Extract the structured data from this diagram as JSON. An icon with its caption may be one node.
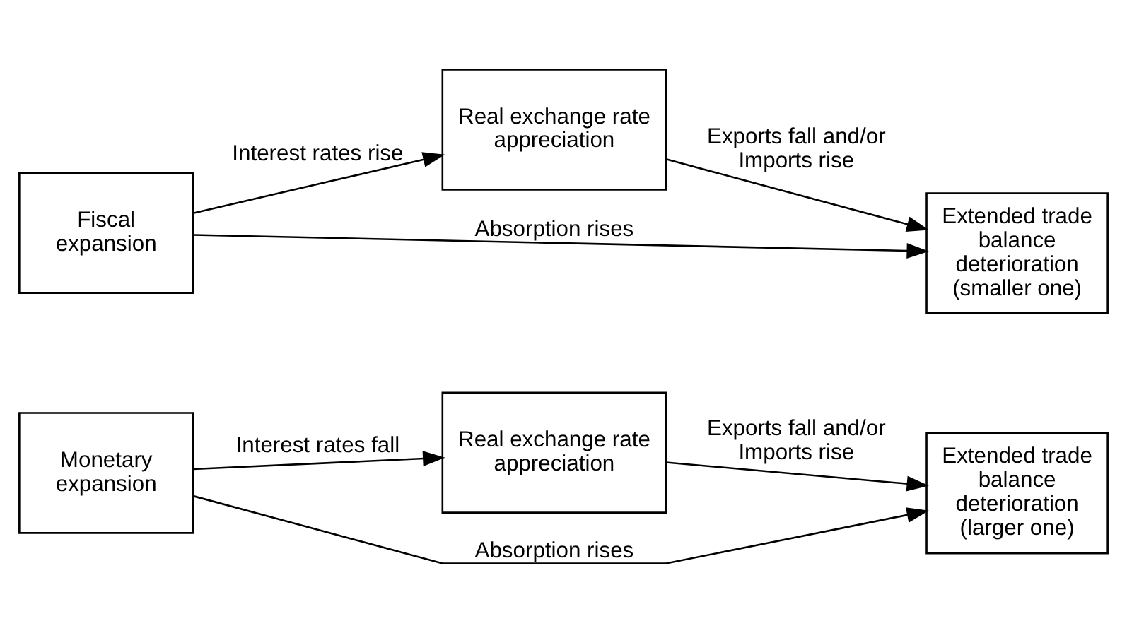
{
  "diagram": {
    "nodes": [
      {
        "text": [
          "Monetary expansion"
        ]
      },
      {
        "text": [
          "Real exchange rate appreciation"
        ]
      },
      {
        "text": [
          "Extended trade balance deterioration (larger one)"
        ]
      },
      {
        "text": [
          "Fiscal expansion"
        ]
      },
      {
        "text": [
          "Real exchange rate appreciation"
        ]
      },
      {
        "text": [
          "Extended trade balance deterioration (smaller one)"
        ]
      }
    ],
    "edges": [
      {
        "from": 0,
        "to": 1,
        "arrow": "to",
        "label": "Interest rates fall"
      },
      {
        "from": 1,
        "to": 2,
        "arrow": "to",
        "label": "Exports fall and/or Imports rise"
      },
      {
        "from": 0,
        "to": 2,
        "arrow": "to",
        "label": "Absorption rises"
      },
      {
        "from": 3,
        "to": 5,
        "arrow": "to",
        "label": "Absorption rises"
      },
      {
        "from": 3,
        "to": 4,
        "arrow": "to",
        "label": "Interest rates rise"
      },
      {
        "from": 4,
        "to": 5,
        "arrow": "to",
        "label": "Exports fall and/or Imports rise"
      }
    ]
  }
}
